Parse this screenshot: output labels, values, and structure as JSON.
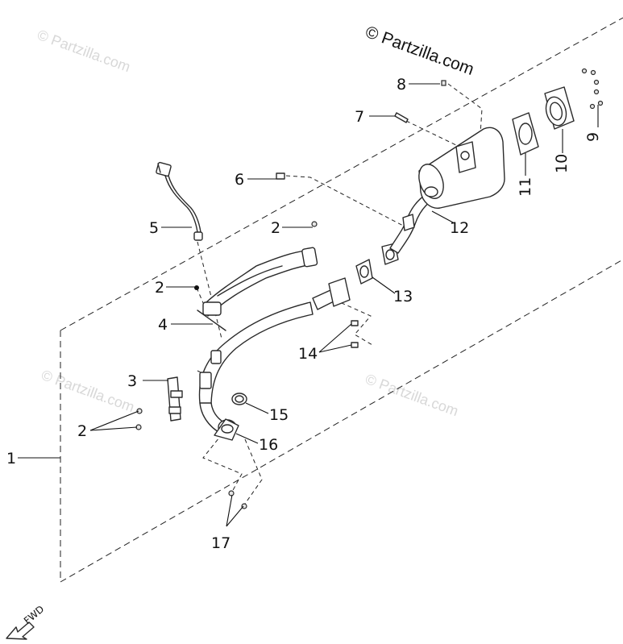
{
  "copyright": "© Partzilla.com",
  "watermark": "© Partzilla.com",
  "fwd_label": "FWD",
  "callouts": {
    "c1": "1",
    "c2a": "2",
    "c2b": "2",
    "c2c": "2",
    "c3": "3",
    "c4": "4",
    "c5": "5",
    "c6": "6",
    "c7": "7",
    "c8": "8",
    "c9": "9",
    "c10": "10",
    "c11": "11",
    "c12": "12",
    "c13": "13",
    "c14": "14",
    "c15": "15",
    "c16": "16",
    "c17": "17"
  }
}
